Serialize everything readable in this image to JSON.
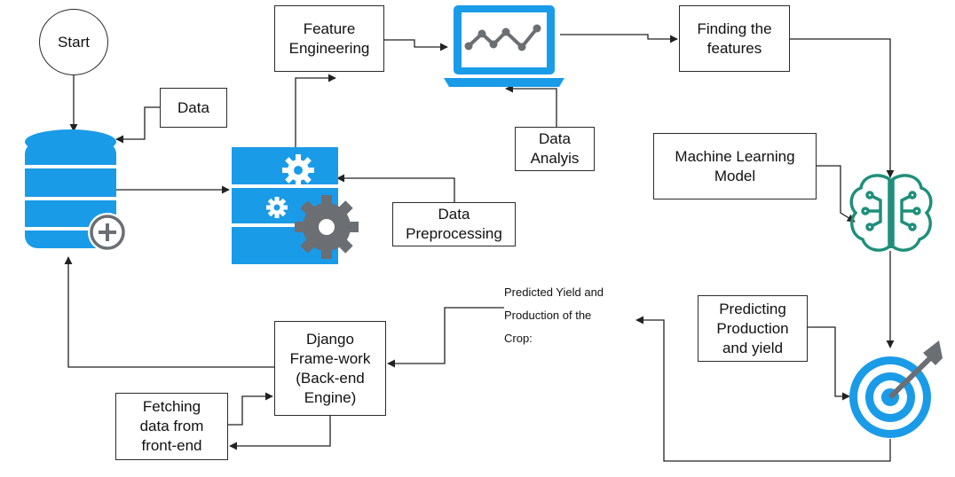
{
  "nodes": {
    "start": "Start",
    "data": "Data",
    "feature_engineering": "Feature\nEngineering",
    "data_analysis": "Data\nAnalyis",
    "finding_features": "Finding the\nfeatures",
    "data_preprocessing": "Data\nPreprocessing",
    "ml_model": "Machine Learning\nModel",
    "predicting": "Predicting\nProduction\nand yield",
    "django": "Django\nFrame-work\n(Back-end\nEngine)",
    "fetching": "Fetching\ndata from\nfront-end",
    "predicted_label": " Predicted Yield and\nProduction of the\nCrop:"
  },
  "icons": {
    "database": "database-add-icon",
    "preprocessing": "gears-server-icon",
    "laptop": "laptop-chart-icon",
    "brain": "ai-brain-circuit-icon",
    "target": "target-arrow-icon"
  },
  "colors": {
    "icon_blue": "#1a9be8",
    "gear_gray": "#6b6e73",
    "brain_green": "#1f8f7a",
    "line": "#222222"
  }
}
